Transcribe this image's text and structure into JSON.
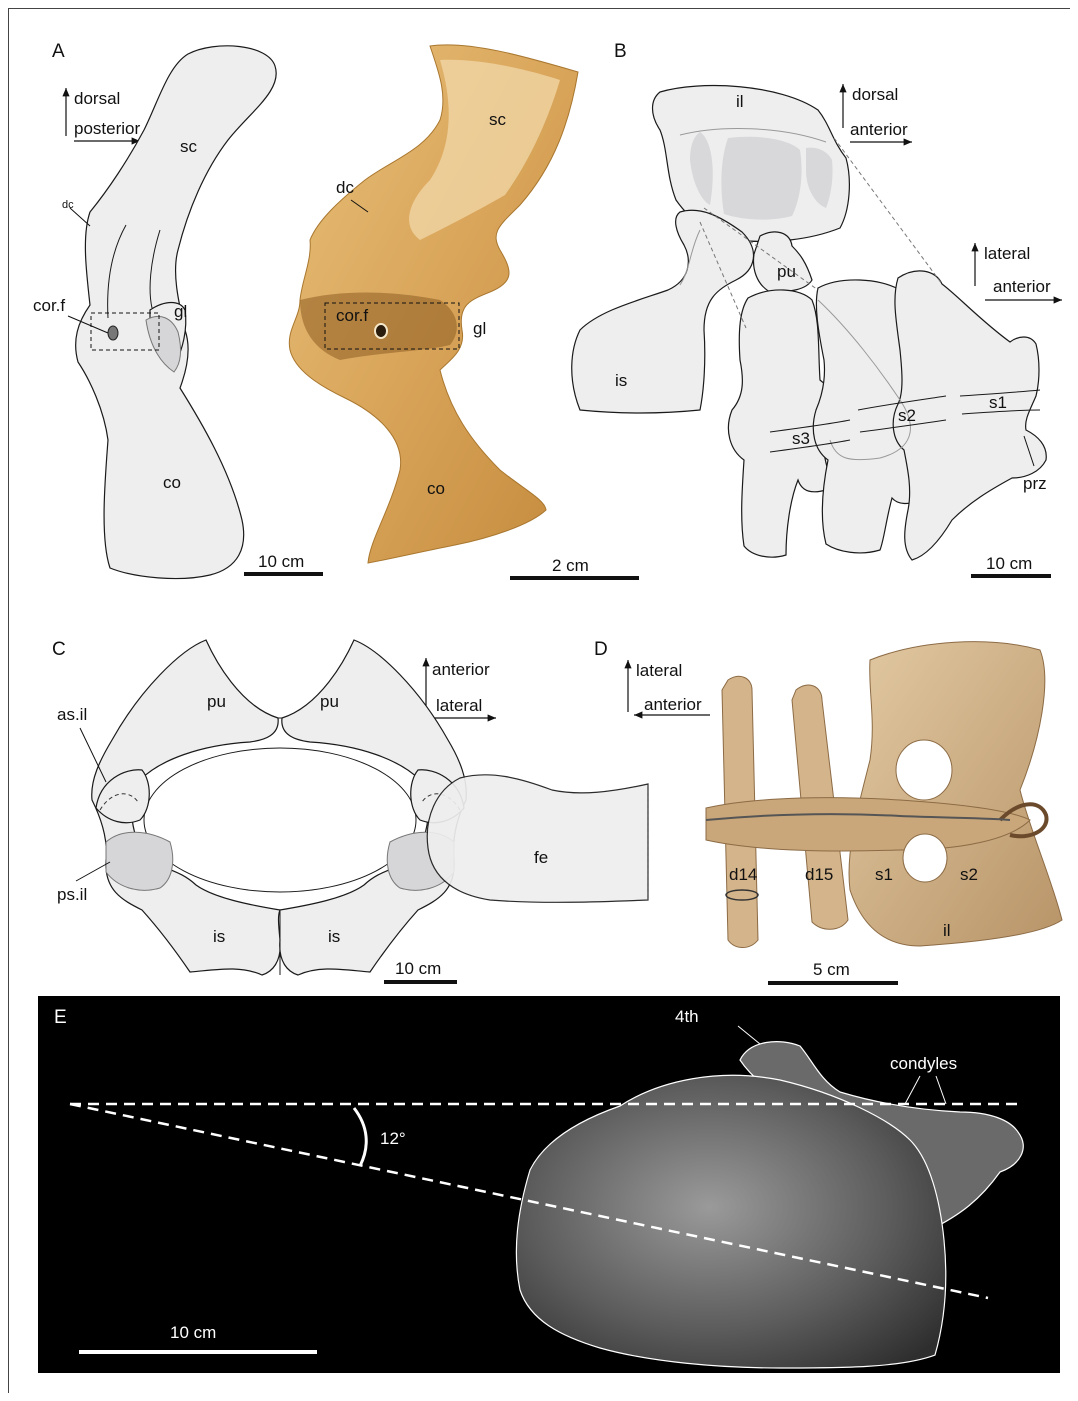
{
  "figure": {
    "panel_A": {
      "label": "A",
      "orientation": {
        "up": "dorsal",
        "right": "posterior"
      },
      "drawing_labels": {
        "scapula": "sc",
        "deltoid_crest": "dc",
        "coracoid_foramen": "cor.f",
        "glenoid": "gl",
        "coracoid": "co"
      },
      "drawing_scale": "10 cm",
      "photo_labels": {
        "scapula": "sc",
        "deltoid_crest": "dc",
        "coracoid_foramen": "cor.f",
        "glenoid": "gl",
        "coracoid": "co"
      },
      "photo_scale": "2 cm"
    },
    "panel_B": {
      "label": "B",
      "orientation_top": {
        "up": "dorsal",
        "right": "anterior"
      },
      "orientation_bottom": {
        "up": "lateral",
        "right": "anterior"
      },
      "labels": {
        "ilium": "il",
        "pubis": "pu",
        "ischium": "is",
        "sacral_3": "s3",
        "sacral_2": "s2",
        "sacral_1": "s1",
        "prezygapophysis": "prz"
      },
      "scale": "10 cm"
    },
    "panel_C": {
      "label": "C",
      "orientation": {
        "up": "anterior",
        "right": "lateral"
      },
      "labels": {
        "pubis_left": "pu",
        "pubis_right": "pu",
        "ischium_left": "is",
        "ischium_right": "is",
        "as_il": "as.il",
        "ps_il": "ps.il",
        "femur": "fe"
      },
      "scale": "10 cm"
    },
    "panel_D": {
      "label": "D",
      "orientation": {
        "up": "lateral",
        "left": "anterior"
      },
      "labels": {
        "d14": "d14",
        "d15": "d15",
        "s1": "s1",
        "s2": "s2",
        "il": "il"
      },
      "scale": "5 cm"
    },
    "panel_E": {
      "label": "E",
      "labels": {
        "trochanter": "4th",
        "condyles": "condyles",
        "angle": "12°"
      },
      "scale": "10 cm"
    }
  }
}
